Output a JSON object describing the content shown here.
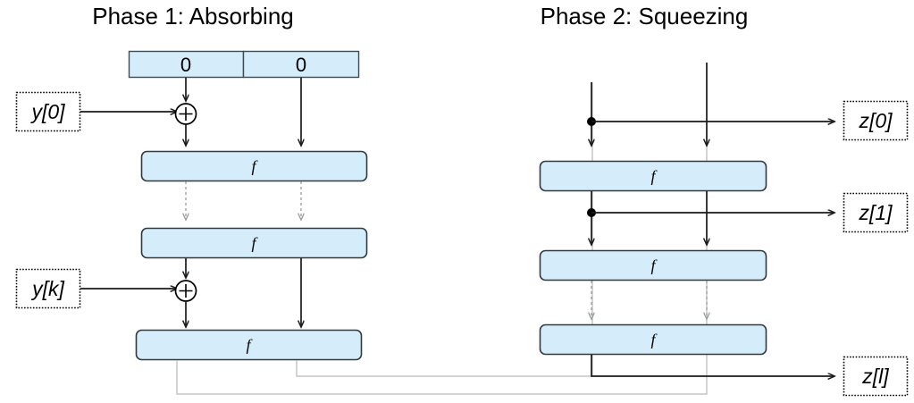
{
  "diagram": {
    "name": "sponge-construction",
    "colors": {
      "block_fill": "#d5ecfa",
      "block_stroke": "#333a3f",
      "wire": "#1a1a1a",
      "wire_faded": "#b9b9b9",
      "background": "#ffffff"
    }
  },
  "phases": [
    {
      "id": "phase1",
      "title": "Phase 1: Absorbing",
      "state": {
        "cells": [
          {
            "label": "0",
            "name": "state-cell-rate"
          },
          {
            "label": "0",
            "name": "state-cell-capacity"
          }
        ]
      },
      "inputs": [
        {
          "label": "y[0]",
          "name": "input-y0"
        },
        {
          "label": "y[k]",
          "name": "input-yk"
        }
      ],
      "operators": [
        {
          "glyph": "+",
          "name": "xor-operator-0"
        },
        {
          "glyph": "+",
          "name": "xor-operator-k"
        }
      ],
      "rounds": [
        {
          "label": "f",
          "name": "permutation-f-1"
        },
        {
          "label": "f",
          "name": "permutation-f-2"
        },
        {
          "label": "f",
          "name": "permutation-f-3"
        }
      ]
    },
    {
      "id": "phase2",
      "title": "Phase 2: Squeezing",
      "outputs": [
        {
          "label": "z[0]",
          "name": "output-z0"
        },
        {
          "label": "z[1]",
          "name": "output-z1"
        },
        {
          "label": "z[l]",
          "name": "output-zl"
        }
      ],
      "rounds": [
        {
          "label": "f",
          "name": "permutation-f-4"
        },
        {
          "label": "f",
          "name": "permutation-f-5"
        },
        {
          "label": "f",
          "name": "permutation-f-6"
        }
      ]
    }
  ]
}
